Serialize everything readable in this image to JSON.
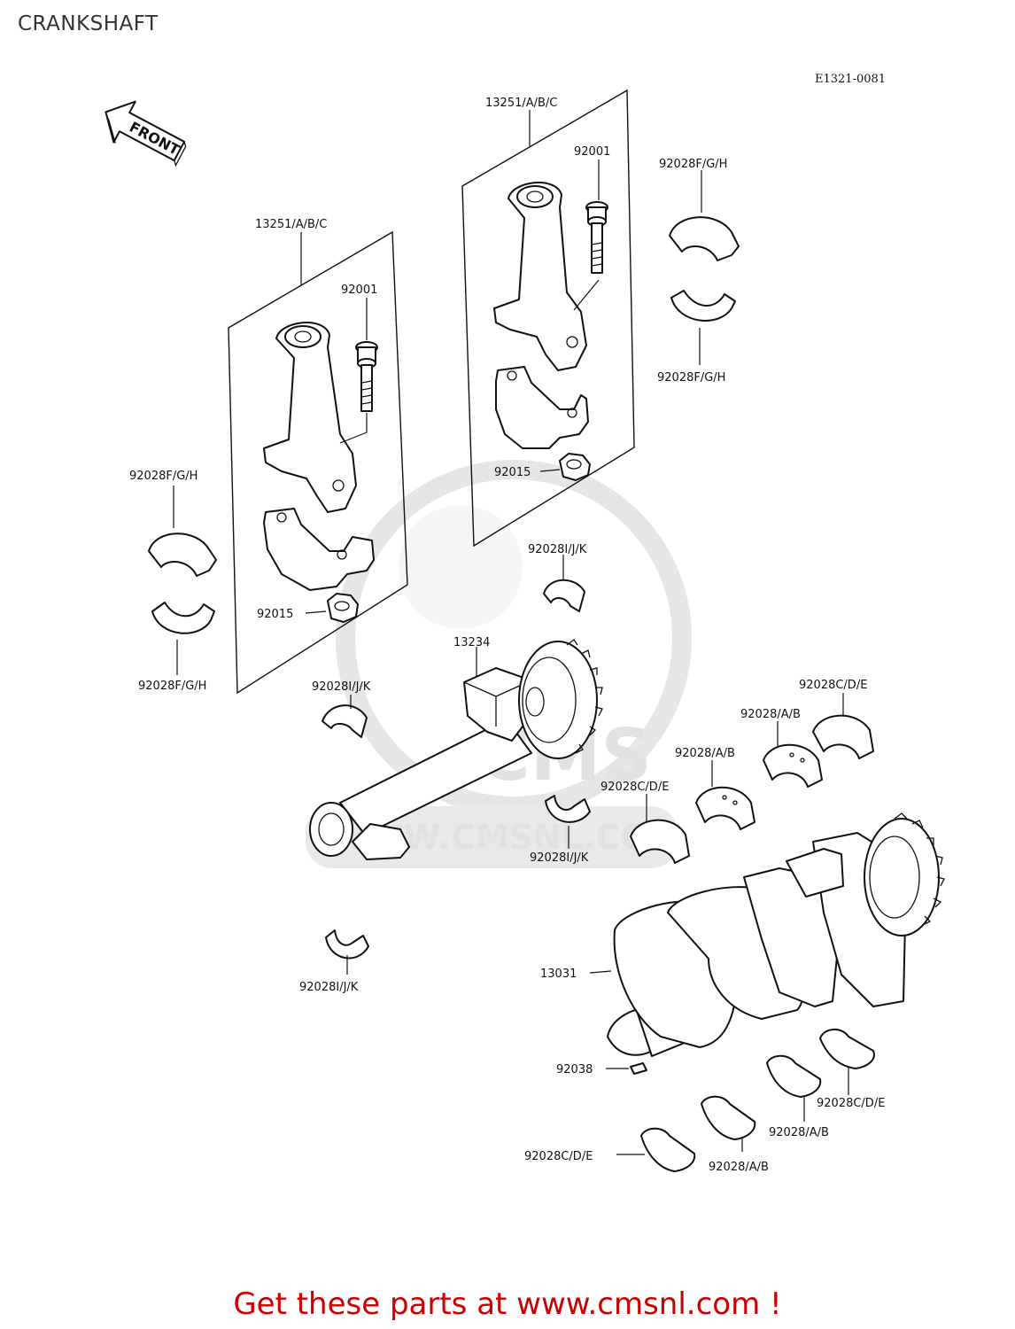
{
  "header": {
    "title": "CRANKSHAFT",
    "ref_code": "E1321-0081",
    "direction_marker": "FRONT"
  },
  "watermark": {
    "text": "WWW.CMSNL.COM",
    "logo_text": "CMS"
  },
  "colors": {
    "promo": "#cc0000",
    "line": "#111111",
    "watermark": "#e4e4e4"
  },
  "callouts": {
    "conrod_left_assy": "13251/A/B/C",
    "conrod_left_bolt": "92001",
    "conrod_left_nut": "92015",
    "conrod_right_assy": "13251/A/B/C",
    "conrod_right_bolt": "92001",
    "conrod_right_nut": "92015",
    "bearing_left_upper": "92028F/G/H",
    "bearing_left_lower": "92028F/G/H",
    "bearing_right_upper": "92028F/G/H",
    "bearing_right_lower": "92028F/G/H",
    "balancer_bearing_1": "92028I/J/K",
    "balancer_bearing_2": "92028I/J/K",
    "balancer_bearing_3": "92028I/J/K",
    "balancer_bearing_4": "92028I/J/K",
    "balancer_shaft": "13234",
    "main_bearing_cde_1": "92028C/D/E",
    "main_bearing_ab_1": "92028/A/B",
    "main_bearing_ab_2": "92028/A/B",
    "main_bearing_cde_2": "92028C/D/E",
    "crankshaft": "13031",
    "key": "92038",
    "main_bearing_cde_3": "92028C/D/E",
    "main_bearing_ab_3": "92028/A/B",
    "main_bearing_ab_4": "92028/A/B",
    "main_bearing_cde_4": "92028C/D/E"
  },
  "promo": {
    "text": "Get these parts at www.cmsnl.com !"
  }
}
